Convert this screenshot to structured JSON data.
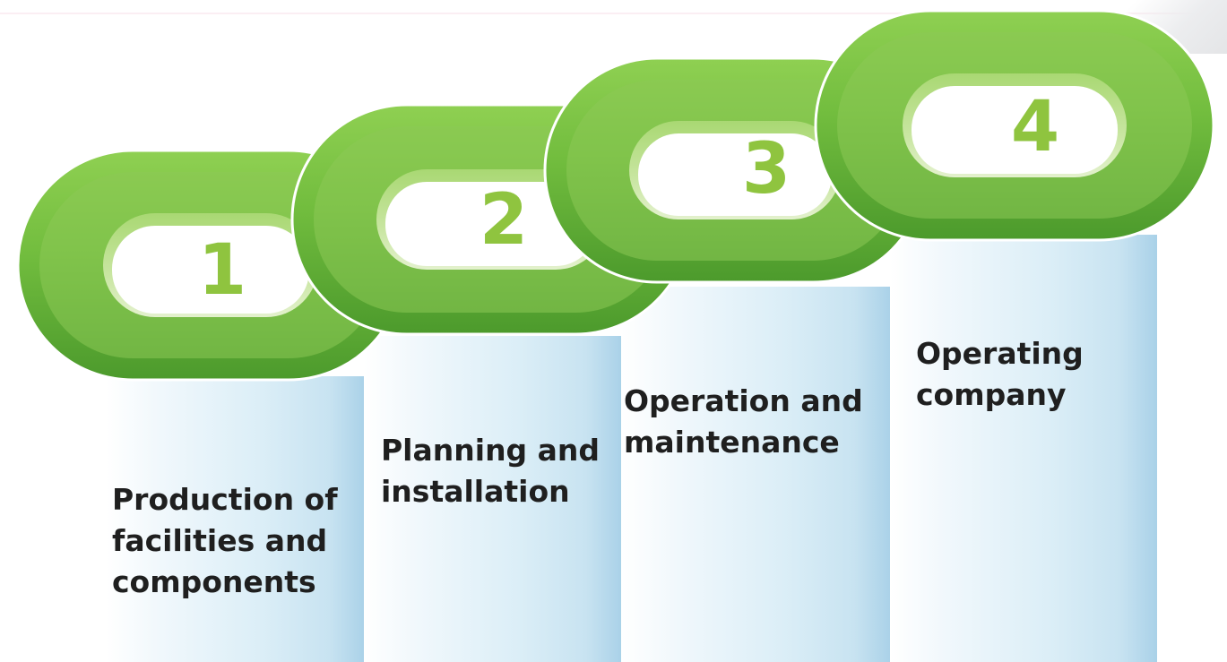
{
  "colors": {
    "chain_dark": "#4fa32f",
    "chain_mid": "#7cc443",
    "chain_light": "#b7dc86",
    "numeral": "#8fc43f",
    "label_text": "#1f1f1f",
    "pillar_blue": "#a9d1e8"
  },
  "steps": [
    {
      "number": "1",
      "label": "Production of\nfacilities and\ncomponents"
    },
    {
      "number": "2",
      "label": "Planning and\ninstallation"
    },
    {
      "number": "3",
      "label": "Operation and\nmaintenance"
    },
    {
      "number": "4",
      "label": "Operating\ncompany"
    }
  ]
}
